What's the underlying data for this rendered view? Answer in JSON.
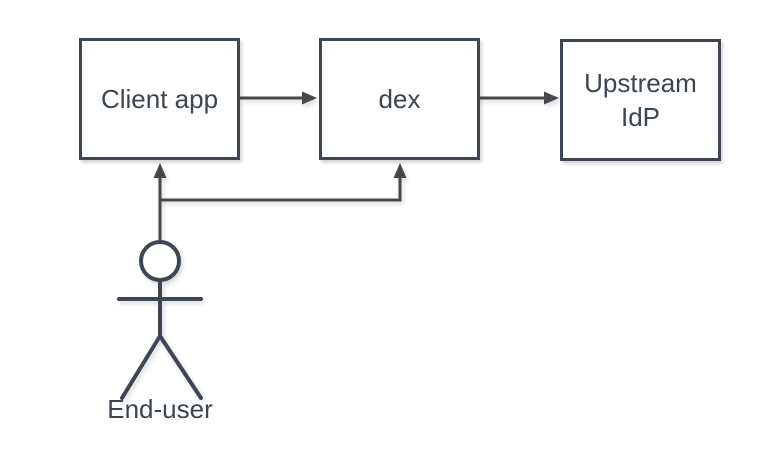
{
  "diagram": {
    "nodes": [
      {
        "id": "client-app",
        "label": "Client app"
      },
      {
        "id": "dex",
        "label": "dex"
      },
      {
        "id": "upstream-idp",
        "label": "Upstream IdP"
      }
    ],
    "actor": {
      "label": "End-user"
    },
    "edges": [
      {
        "from": "Client app",
        "to": "dex",
        "type": "arrow"
      },
      {
        "from": "dex",
        "to": "Upstream IdP",
        "type": "arrow"
      },
      {
        "from": "End-user",
        "to": "Client app",
        "type": "arrow"
      },
      {
        "from": "End-user",
        "to": "dex",
        "type": "arrow"
      }
    ],
    "colors": {
      "box_stroke": "#3d4652",
      "arrow_stroke": "#45494e",
      "text": "#3b4651",
      "background": "#ffffff"
    }
  }
}
